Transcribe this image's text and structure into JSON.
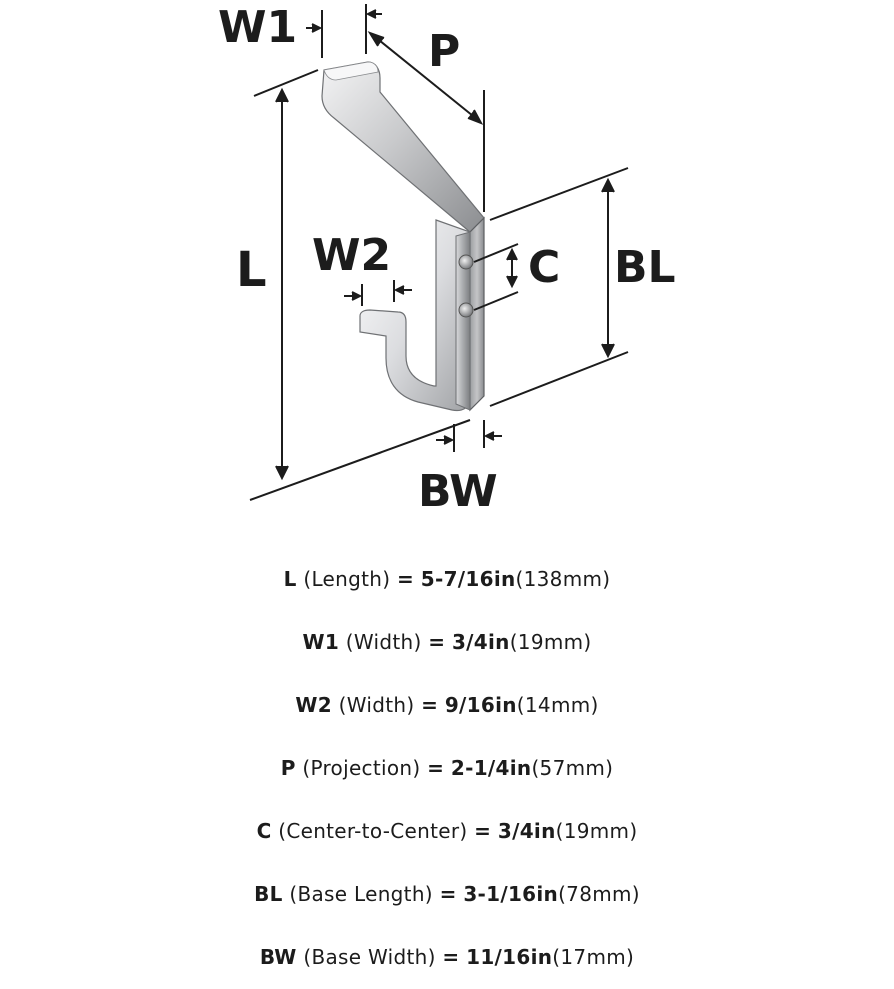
{
  "diagram": {
    "labels": {
      "W1": "W1",
      "P": "P",
      "L": "L",
      "W2": "W2",
      "C": "C",
      "BL": "BL",
      "BW": "BW"
    },
    "colors": {
      "ink": "#1c1c1c",
      "metal_light": "#e9e9ea",
      "metal_mid": "#b9babc",
      "metal_dark": "#7d7f82",
      "screw": "#9a9c9f"
    }
  },
  "specs": [
    {
      "code": "L",
      "desc": "(Length)",
      "eq": "=",
      "imperial": "5-7/16in",
      "metric": "(138mm)"
    },
    {
      "code": "W1",
      "desc": "(Width)",
      "eq": "=",
      "imperial": "3/4in",
      "metric": "(19mm)"
    },
    {
      "code": "W2",
      "desc": "(Width)",
      "eq": "=",
      "imperial": "9/16in",
      "metric": "(14mm)"
    },
    {
      "code": "P",
      "desc": "(Projection)",
      "eq": "=",
      "imperial": "2-1/4in",
      "metric": "(57mm)"
    },
    {
      "code": "C",
      "desc": "(Center-to-Center)",
      "eq": "=",
      "imperial": "3/4in",
      "metric": "(19mm)"
    },
    {
      "code": "BL",
      "desc": "(Base Length)",
      "eq": "=",
      "imperial": "3-1/16in",
      "metric": "(78mm)"
    },
    {
      "code": "BW",
      "desc": "(Base Width)",
      "eq": "=",
      "imperial": "11/16in",
      "metric": "(17mm)"
    }
  ]
}
